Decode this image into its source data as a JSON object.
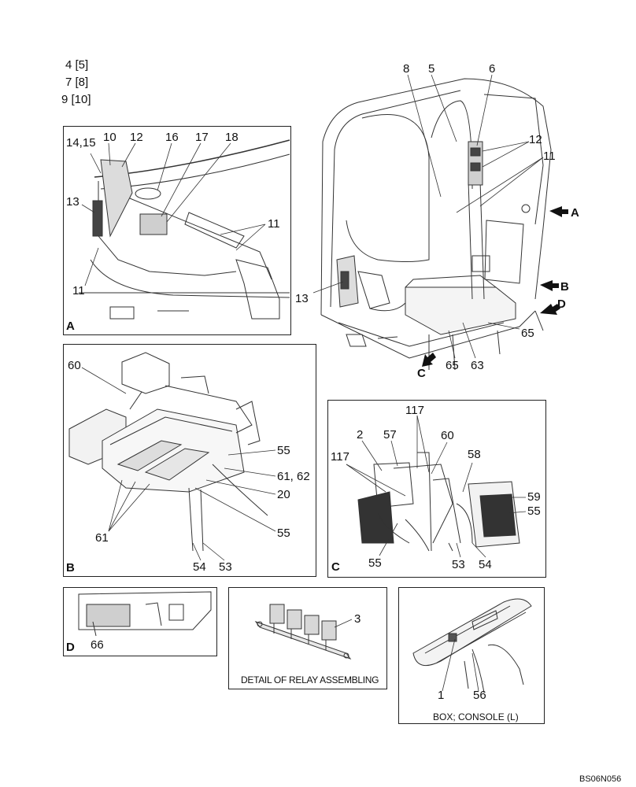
{
  "header_lines": [
    "4 [5]",
    "7 [8]",
    "9 [10]"
  ],
  "panels": {
    "A": {
      "letter": "A",
      "callouts": [
        "14,15",
        "10",
        "12",
        "16",
        "17",
        "18",
        "13",
        "11",
        "11"
      ]
    },
    "B": {
      "letter": "B",
      "callouts": [
        "60",
        "55",
        "61, 62",
        "20",
        "55",
        "61",
        "54",
        "53"
      ]
    },
    "C": {
      "letter": "C",
      "callouts": [
        "117",
        "2",
        "57",
        "60",
        "117",
        "58",
        "59",
        "55",
        "55",
        "53",
        "54"
      ]
    },
    "D": {
      "letter": "D",
      "callouts": [
        "66"
      ]
    },
    "relay": {
      "callouts": [
        "3"
      ],
      "caption": "DETAIL OF RELAY ASSEMBLING"
    },
    "console": {
      "callouts": [
        "1",
        "56"
      ],
      "caption": "BOX; CONSOLE (L)"
    }
  },
  "main_view": {
    "callouts": [
      "8",
      "5",
      "6",
      "12",
      "11",
      "13",
      "65",
      "65",
      "63"
    ],
    "view_arrows": [
      "A",
      "B",
      "D",
      "C"
    ]
  },
  "drawing_code": "BS06N056"
}
